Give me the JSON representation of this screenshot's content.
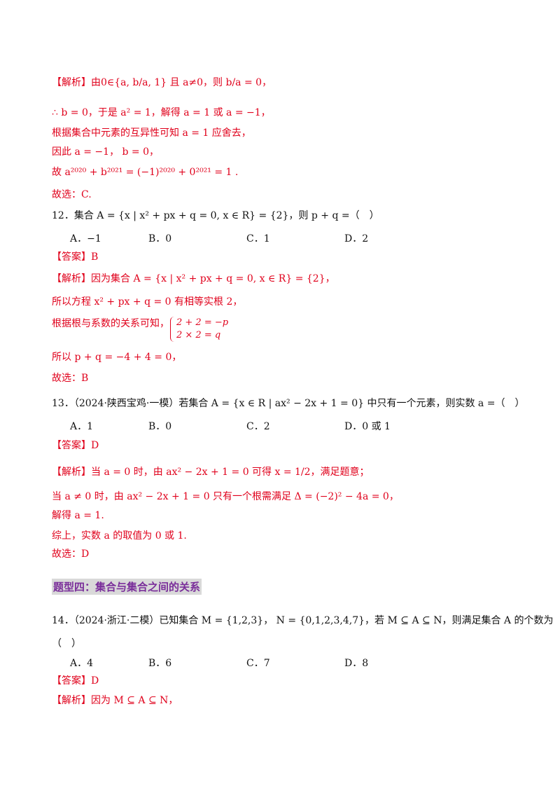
{
  "q11": {
    "analysis_label": "【解析】",
    "line1": "由0∈{a, b/a, 1} 且 a≠0，则 b/a = 0，",
    "line2": "∴ b = 0，于是 a² = 1，解得 a = 1 或 a = −1，",
    "line3": "根据集合中元素的互异性可知 a = 1 应舍去，",
    "line4": "因此 a = −1， b = 0，",
    "line5": "故 a²⁰²⁰ + b²⁰²¹ = (−1)²⁰²⁰ + 0²⁰²¹ = 1 .",
    "choice": "故选：C."
  },
  "q12": {
    "stem": "12．集合 A = {x | x² + px + q = 0, x ∈ R} = {2}，则 p + q =（　）",
    "options": [
      "A．−1",
      "B．0",
      "C．1",
      "D．2"
    ],
    "answer_label": "【答案】",
    "answer": "B",
    "analysis_label": "【解析】",
    "line1": "因为集合 A = {x | x² + px + q = 0, x ∈ R} = {2}，",
    "line2": "所以方程 x² + px + q = 0 有相等实根 2，",
    "line3a": "根据根与系数的关系可知，",
    "line3b": "2 + 2 = −p",
    "line3c": "2 × 2 = q",
    "line4": "所以 p + q = −4 + 4 = 0，",
    "choice": "故选：B"
  },
  "q13": {
    "stem": "13．（2024·陕西宝鸡·一模）若集合 A = {x ∈ R | ax² − 2x + 1 = 0} 中只有一个元素，则实数 a =（　）",
    "options": [
      "A．1",
      "B．0",
      "C．2",
      "D．0 或 1"
    ],
    "answer_label": "【答案】",
    "answer": "D",
    "analysis_label": "【解析】",
    "line1": "当 a = 0 时，由 ax² − 2x + 1 = 0 可得 x = 1/2，满足题意；",
    "line2": "当 a ≠ 0 时，由 ax² − 2x + 1 = 0 只有一个根需满足 Δ = (−2)² − 4a = 0，",
    "line3": "解得 a = 1.",
    "line4": "综上，实数 a 的取值为 0 或 1.",
    "choice": "故选：D"
  },
  "section_title": "题型四：集合与集合之间的关系",
  "q14": {
    "stem": "14．（2024·浙江·二模）已知集合 M = {1,2,3}， N = {0,1,2,3,4,7}，若 M ⊆ A ⊆ N，则满足集合 A 的个数为",
    "stem_cont": "（　）",
    "options": [
      "A．4",
      "B．6",
      "C．7",
      "D．8"
    ],
    "answer_label": "【答案】",
    "answer": "D",
    "analysis_label": "【解析】",
    "line1": "因为 M ⊆ A ⊆ N，"
  }
}
